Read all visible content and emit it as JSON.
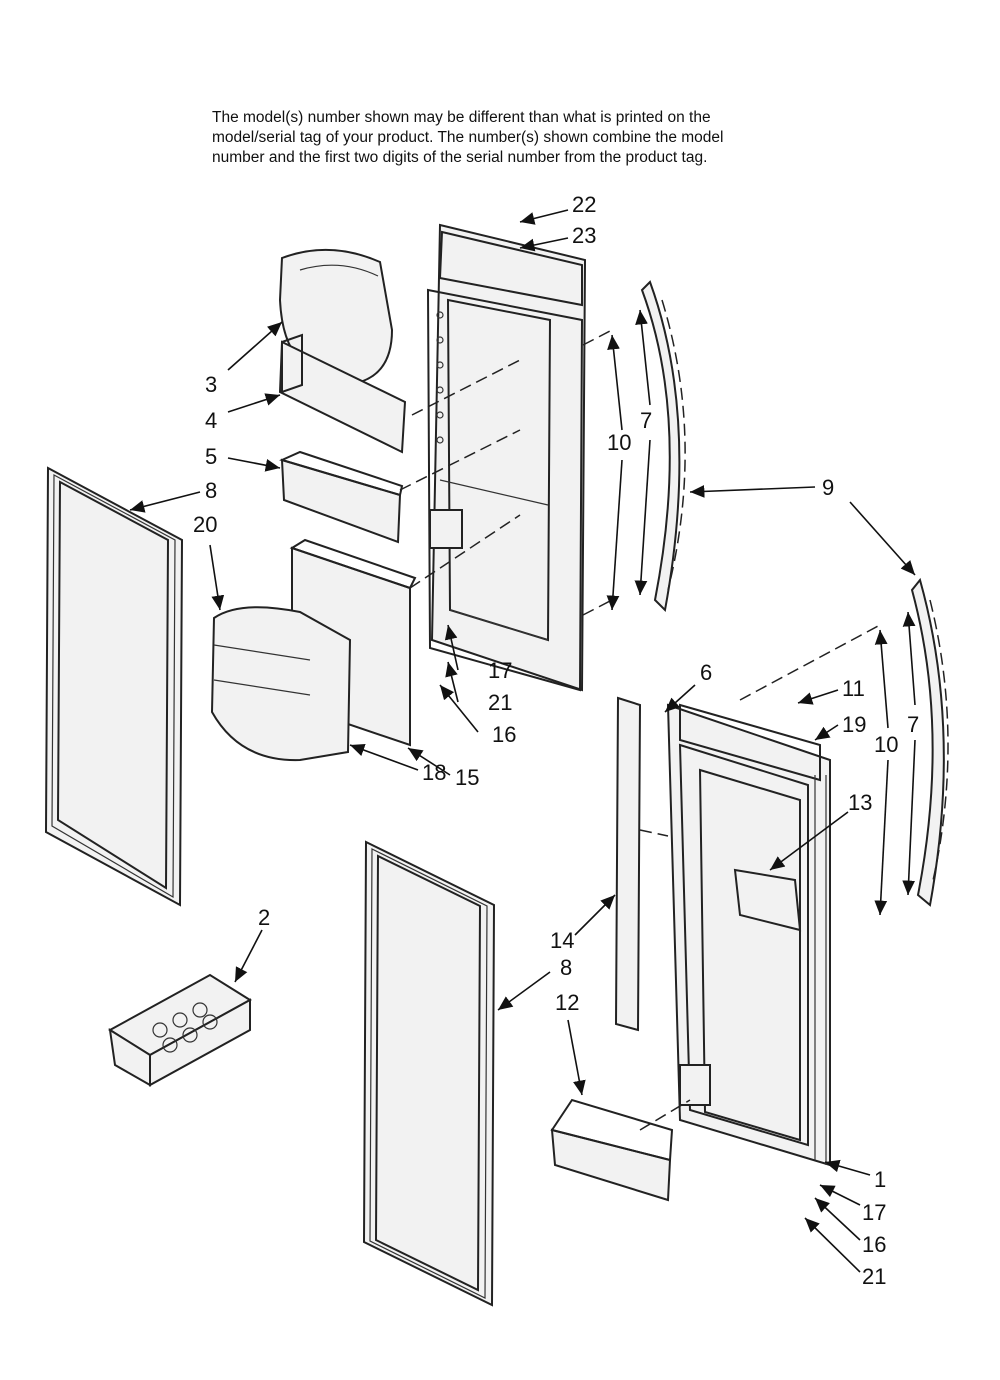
{
  "note": {
    "line1": "The model(s) number shown may be different than what is printed on the",
    "line2": "model/serial tag of your product. The number(s) shown combine the model",
    "line3": "number and the first two digits of the serial number from the product tag."
  },
  "callouts": {
    "c1": "1",
    "c2": "2",
    "c3": "3",
    "c4": "4",
    "c5": "5",
    "c6": "6",
    "c7a": "7",
    "c7b": "7",
    "c8a": "8",
    "c8b": "8",
    "c9": "9",
    "c10a": "10",
    "c10b": "10",
    "c11": "11",
    "c12": "12",
    "c13": "13",
    "c14": "14",
    "c15": "15",
    "c16a": "16",
    "c16b": "16",
    "c17a": "17",
    "c17b": "17",
    "c18": "18",
    "c19": "19",
    "c20": "20",
    "c21a": "21",
    "c21b": "21",
    "c22": "22",
    "c23": "23"
  }
}
